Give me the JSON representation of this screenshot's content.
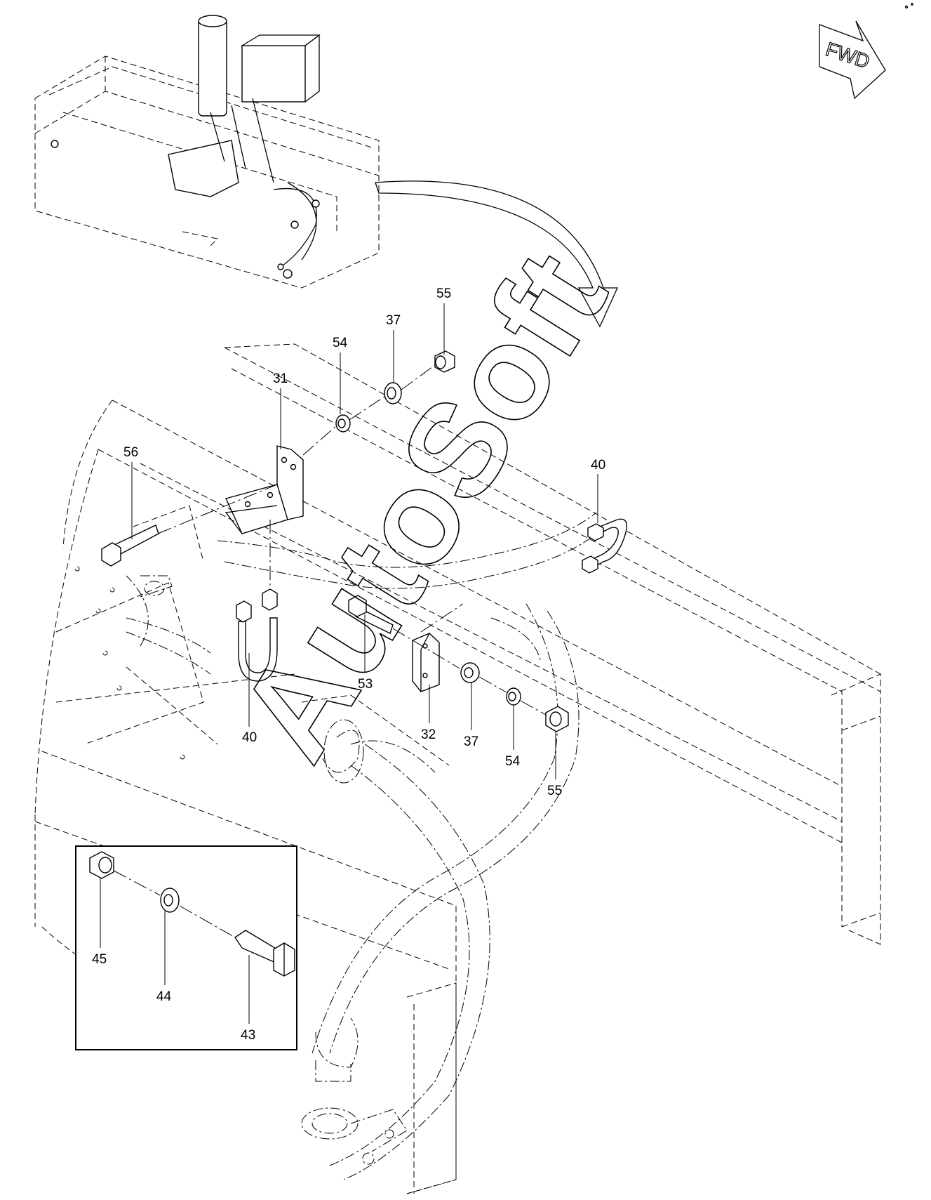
{
  "fwd_label": "FWD",
  "watermark": "AutoSoft",
  "callouts": {
    "c55_top": "55",
    "c37_top": "37",
    "c54_top": "54",
    "c31": "31",
    "c56": "56",
    "c40_right": "40",
    "c53": "53",
    "c32": "32",
    "c37_bottom": "37",
    "c54_bottom": "54",
    "c55_bottom": "55",
    "c40_left": "40",
    "c45": "45",
    "c44": "44",
    "c43": "43"
  }
}
